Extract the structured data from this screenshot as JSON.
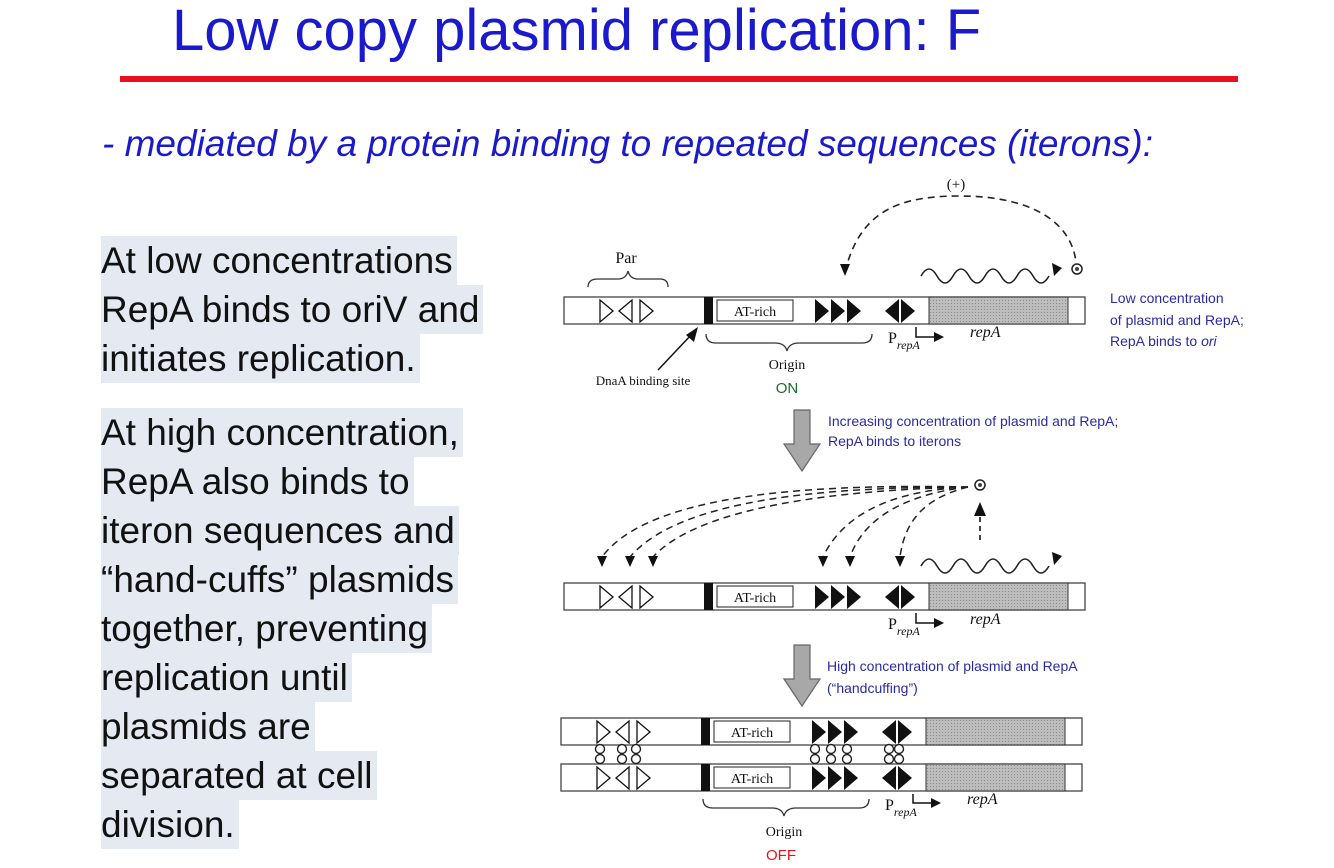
{
  "slide": {
    "title": "Low copy plasmid replication: F",
    "subtitle": "- mediated by a protein binding to repeated sequences (iterons):",
    "para1_lines": [
      "At low concentrations",
      "RepA binds to oriV and",
      "initiates replication."
    ],
    "para2_lines": [
      "At high concentration,",
      "RepA also binds to",
      "iteron sequences and",
      "“hand-cuffs” plasmids",
      "together, preventing",
      "replication until",
      "plasmids are",
      "separated at cell",
      "division."
    ]
  },
  "diagram": {
    "plus_label": "(+)",
    "par_label": "Par",
    "at_rich_label": "AT-rich",
    "prom_p": "P",
    "prom_sub": "repA",
    "repa_label": "repA",
    "dnaa_label": "DnaA binding site",
    "origin_label": "Origin",
    "state_on": "ON",
    "state_off": "OFF",
    "note1_lines": [
      "Low concentration",
      "of plasmid and RepA;"
    ],
    "note1_line3_prefix": "RepA binds to ",
    "note1_line3_italic": "ori",
    "arrow1_lines": [
      "Increasing concentration of plasmid and RepA;",
      "RepA binds to iterons"
    ],
    "arrow2_lines": [
      "High concentration of plasmid and RepA",
      "(“handcuffing”)"
    ],
    "colors": {
      "title": "#1a1acc",
      "rule": "#e8111b",
      "note": "#2a2aa8",
      "on": "#1e6a2a",
      "off": "#e8111b",
      "highlight": "#e4e9f2",
      "gene": "#b5b5b5"
    }
  }
}
